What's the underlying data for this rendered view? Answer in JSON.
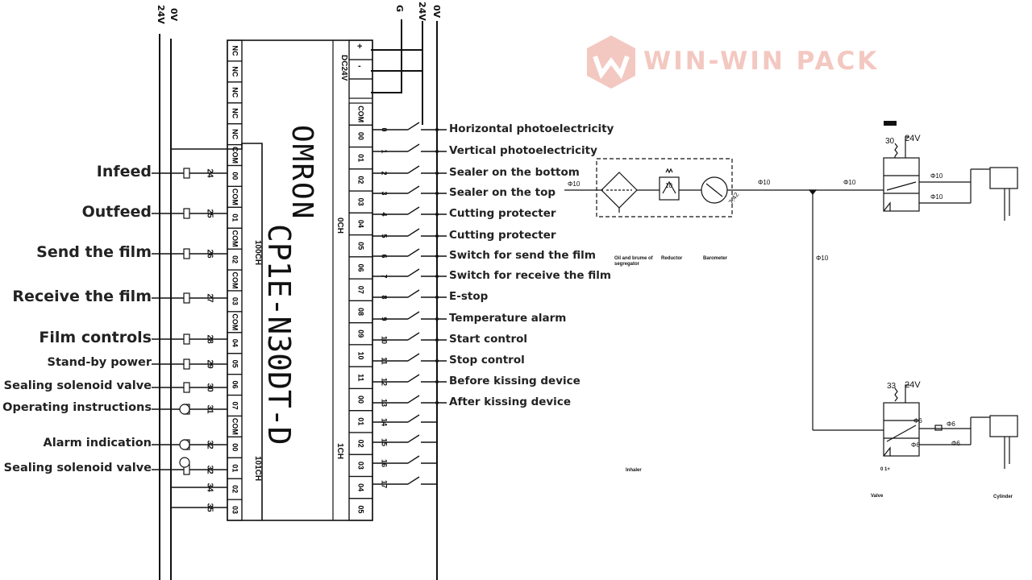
{
  "plc": {
    "brand": "OMRON",
    "model": "CP1E-N30DT-D",
    "power": "DC24V",
    "power_plus": "+",
    "power_minus": "-",
    "out_ch_left": "100CH",
    "out_ch_right": "101CH",
    "in_ch_top": "0CH",
    "in_ch_bottom": "1CH",
    "left_terminals": [
      "NC",
      "NC",
      "NC",
      "NC",
      "NC",
      "COM",
      "00",
      "COM",
      "01",
      "COM",
      "02",
      "COM",
      "03",
      "COM",
      "04",
      "05",
      "06",
      "07",
      "COM",
      "00",
      "01",
      "02",
      "03"
    ],
    "right_terminals": [
      "COM",
      "00",
      "01",
      "02",
      "03",
      "04",
      "05",
      "06",
      "07",
      "08",
      "09",
      "10",
      "11",
      "00",
      "01",
      "02",
      "03",
      "04",
      "05"
    ]
  },
  "rails_left": [
    "24V",
    "0V"
  ],
  "rails_top": [
    "G",
    "24V",
    "0V"
  ],
  "outputs": [
    {
      "label": "Infeed",
      "wire": "24"
    },
    {
      "label": "Outfeed",
      "wire": "25"
    },
    {
      "label": "Send the film",
      "wire": "26"
    },
    {
      "label": "Receive the film",
      "wire": "27"
    },
    {
      "label": "Film controls",
      "wire": "28"
    },
    {
      "label": "Stand-by power",
      "wire": "29"
    },
    {
      "label": "Sealing solenoid valve",
      "wire": "30"
    },
    {
      "label": "Operating instructions",
      "wire": "31"
    },
    {
      "label": "Alarm indication",
      "wire": "32"
    },
    {
      "label": "Sealing solenoid valve",
      "wire": "32"
    }
  ],
  "extra_wires": [
    "34",
    "35"
  ],
  "inputs": [
    {
      "label": "Horizontal photoelectricity",
      "wire": "0"
    },
    {
      "label": "Vertical photoelectricity",
      "wire": "1"
    },
    {
      "label": "Sealer on the bottom",
      "wire": "2"
    },
    {
      "label": "Sealer on the top",
      "wire": "3"
    },
    {
      "label": "Cutting protecter",
      "wire": "4"
    },
    {
      "label": "Cutting protecter",
      "wire": "5"
    },
    {
      "label": "Switch for send the film",
      "wire": "6"
    },
    {
      "label": "Switch for receive the film",
      "wire": "7"
    },
    {
      "label": "E-stop",
      "wire": "8"
    },
    {
      "label": "Temperature alarm",
      "wire": "9"
    },
    {
      "label": "Start control",
      "wire": "10"
    },
    {
      "label": "Stop control",
      "wire": "11"
    },
    {
      "label": "Before kissing device",
      "wire": "12"
    },
    {
      "label": "After kissing device",
      "wire": "13"
    }
  ],
  "extra_inputs": [
    "14",
    "15",
    "16",
    "17"
  ],
  "logo": {
    "text": "WIN-WIN PACK",
    "color": "#f3c8c0"
  },
  "pneumatic": {
    "pipe_main": "Φ10",
    "pipe_in": "Φ10",
    "pipe_branch": "Φ10",
    "pipe_cyl1_a": "Φ10",
    "pipe_cyl1_b": "Φ10",
    "pipe_cyl2_a": "Φ6",
    "pipe_cyl2_b": "Φ6",
    "pipe_cyl2_c": "Φ6",
    "pipe_cyl2_d": "Φ6",
    "pipe_mid": "Φ10",
    "regulator_value": "10",
    "gauge_value": "7.42",
    "valve1_no": "30",
    "valve1_v": "24V",
    "valve2_no": "33",
    "valve2_v": "24V",
    "label_filter": "Oil and brume of segregator",
    "label_reductor": "Reductor",
    "label_barometer": "Barometer",
    "label_inhaler": "Inhaler",
    "label_valve": "Valve",
    "label_cylinder": "Cylinder",
    "label_valve2_tag": "0 1+"
  }
}
